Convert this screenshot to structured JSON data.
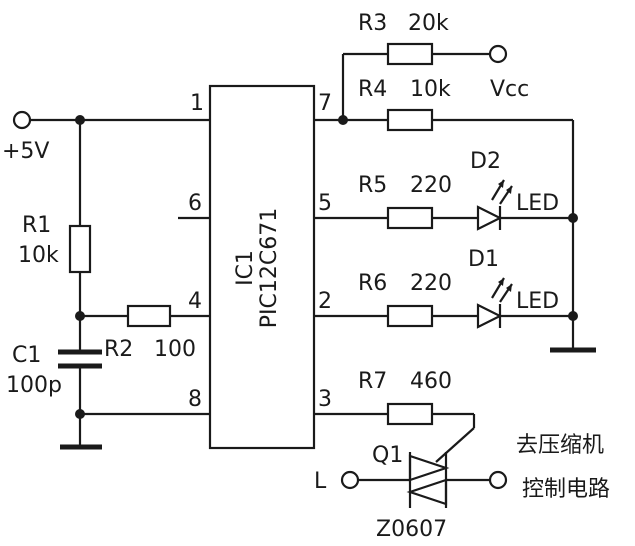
{
  "supply": {
    "label": "+5V"
  },
  "vcc": {
    "label": "Vcc"
  },
  "line_terminal": {
    "label": "L"
  },
  "ic": {
    "name": "IC1",
    "part": "PIC12C671",
    "pins": {
      "p1": "1",
      "p2": "2",
      "p3": "3",
      "p4": "4",
      "p5": "5",
      "p6": "6",
      "p7": "7",
      "p8": "8"
    }
  },
  "components": {
    "r1": {
      "ref": "R1",
      "value": "10k"
    },
    "r2": {
      "ref": "R2",
      "value": "100"
    },
    "r3": {
      "ref": "R3",
      "value": "20k"
    },
    "r4": {
      "ref": "R4",
      "value": "10k"
    },
    "r5": {
      "ref": "R5",
      "value": "220"
    },
    "r6": {
      "ref": "R6",
      "value": "220"
    },
    "r7": {
      "ref": "R7",
      "value": "460"
    },
    "c1": {
      "ref": "C1",
      "value": "100p"
    },
    "d1": {
      "ref": "D1",
      "type": "LED"
    },
    "d2": {
      "ref": "D2",
      "type": "LED"
    },
    "q1": {
      "ref": "Q1",
      "part": "Z0607"
    }
  },
  "output": {
    "line1": "去压缩机",
    "line2": "控制电路"
  }
}
